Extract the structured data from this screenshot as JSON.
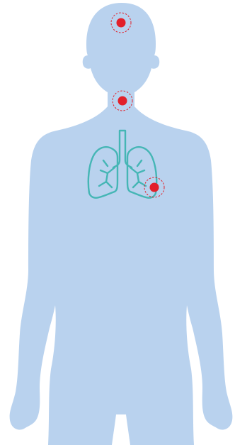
{
  "illustration": {
    "body_color": "#B9D2EE",
    "lungs_color": "#45B6B5",
    "marker_color": "#E2202A",
    "marker_ring_color": "#E2202A",
    "markers": [
      {
        "name": "head-marker"
      },
      {
        "name": "throat-marker"
      },
      {
        "name": "lung-marker"
      }
    ]
  }
}
